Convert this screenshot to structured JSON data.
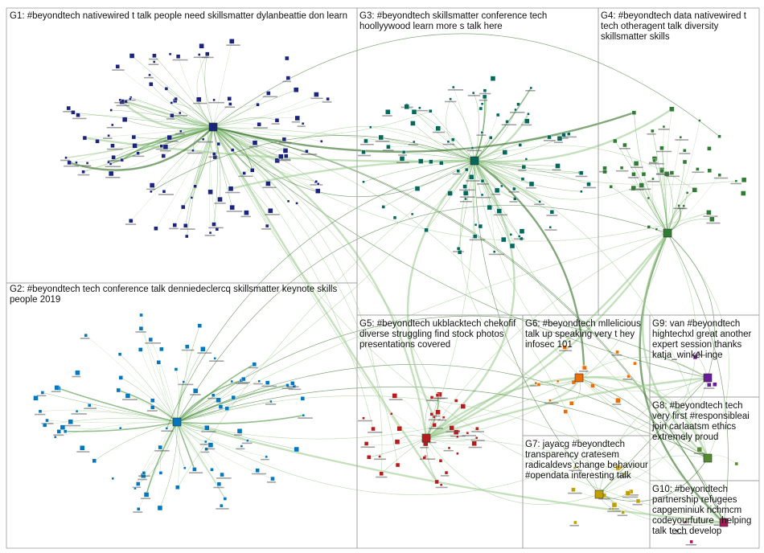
{
  "groups": [
    {
      "id": "G1",
      "label": "G1: #beyondtech nativewired t talk people need skillsmatter dylanbeattie don learn",
      "color": "#1a237e"
    },
    {
      "id": "G3",
      "label": "G3: #beyondtech skillsmatter conference tech hoollyywood learn more s talk here",
      "color": "#00695c"
    },
    {
      "id": "G4",
      "label": "G4: #beyondtech data nativewired t tech otheragent talk diversity skillsmatter skills",
      "color": "#2e7d32"
    },
    {
      "id": "G2",
      "label": "G2: #beyondtech tech conference talk denniedeclercq skillsmatter keynote skills people 2019",
      "color": "#0277bd"
    },
    {
      "id": "G5",
      "label": "G5: #beyondtech ukblacktech chekofif diverse struggling find stock photos presentations covered",
      "color": "#b71c1c"
    },
    {
      "id": "G6",
      "label": "G6: #beyondtech mllelicious talk up speaking very t hey infosec 101",
      "color": "#ef6c00"
    },
    {
      "id": "G9",
      "label": "G9: van #beyondtech hightechxl great another expert session thanks katja_winkel inge",
      "color": "#6a1b9a"
    },
    {
      "id": "G7",
      "label": "G7: jayacg #beyondtech transparency cratesem radicaldevs change behaviour #opendata interesting talk",
      "color": "#c0a000"
    },
    {
      "id": "G8",
      "label": "G8: #beyondtech tech very first #responsibleai join carlaatsm ethics extremely proud",
      "color": "#558b2f"
    },
    {
      "id": "G10",
      "label": "G10: #beyondtech partnership refugees capgeminiuk richmcm codeyourfuture_ helping talk tech develop",
      "color": "#ad1457"
    }
  ],
  "colors": {
    "edge": "#3c8a2e",
    "edge_light": "#9ccc8f",
    "frame": "#9e9e9e"
  }
}
